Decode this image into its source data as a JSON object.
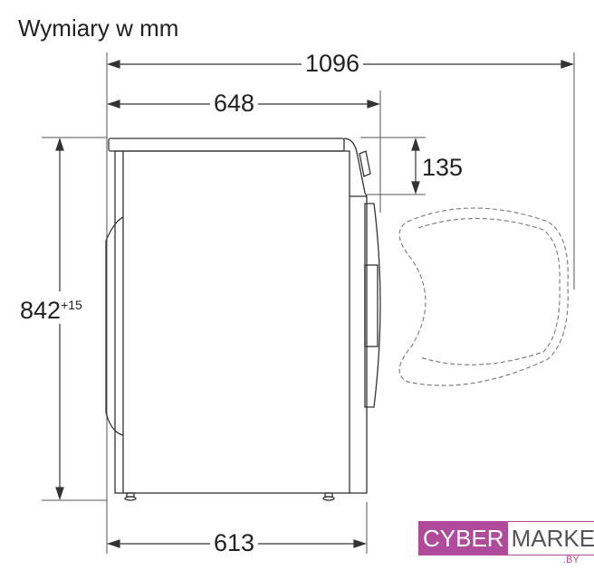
{
  "title": "Wymiary w mm",
  "dimensions": {
    "total_depth": "1096",
    "depth": "648",
    "body_depth": "613",
    "height": "842",
    "height_tolerance": "+15",
    "panel_height": "135"
  },
  "logo": {
    "part1": "CYBER",
    "part2": "MARKET",
    "suffix": ".BY"
  }
}
